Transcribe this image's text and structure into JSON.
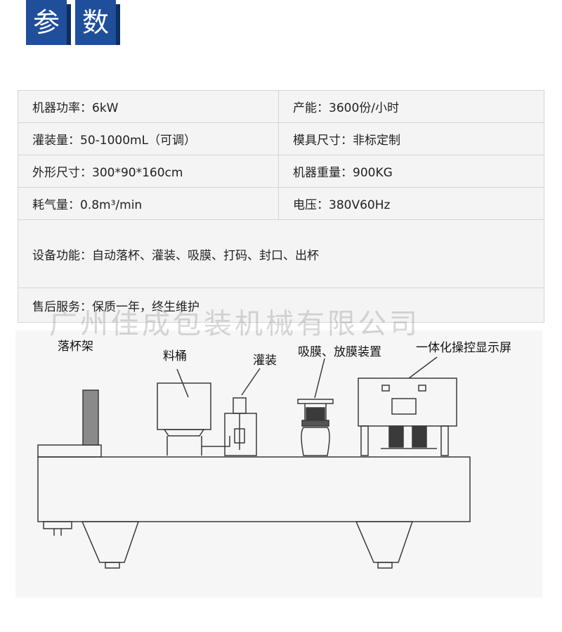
{
  "header": {
    "title_char_1": "参",
    "title_char_2": "数"
  },
  "specs": {
    "rows": [
      {
        "left": "机器功率：6kW",
        "right": "产能：3600份/小时"
      },
      {
        "left": "灌装量：50-1000mL（可调）",
        "right": "模具尺寸：非标定制"
      },
      {
        "left": "外形尺寸：300*90*160cm",
        "right": "机器重量：900KG"
      },
      {
        "left": "耗气量：0.8m³/min",
        "right": "电压：380V60Hz"
      }
    ],
    "function": "设备功能：自动落杯、灌装、吸膜、打码、封口、出杯",
    "service": "售后服务：保质一年，终生维护"
  },
  "watermark": "广州佳成包装机械有限公司",
  "diagram": {
    "labels": {
      "cup_rack": "落杯架",
      "bucket": "料桶",
      "filling": "灌装",
      "film": "吸膜、放膜装置",
      "panel": "一体化操控显示屏"
    },
    "colors": {
      "line": "#3a3a3a",
      "bg": "#f6f6f6"
    }
  }
}
